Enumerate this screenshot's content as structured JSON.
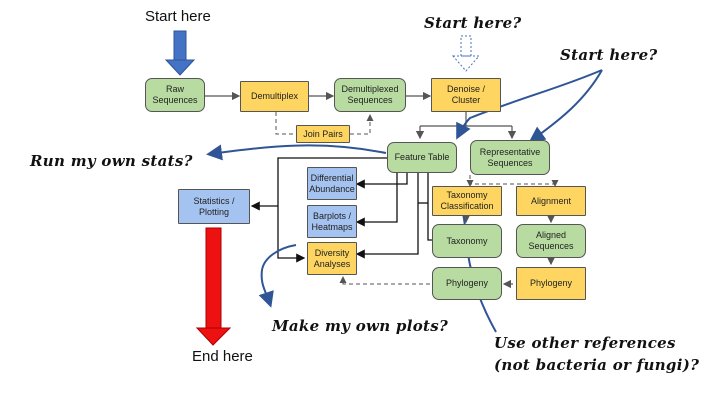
{
  "nodes": {
    "raw_sequences": "Raw\nSequences",
    "demultiplex": "Demultiplex",
    "demultiplexed_sequences": "Demultiplexed\nSequences",
    "denoise_cluster": "Denoise /\nCluster",
    "join_pairs": "Join Pairs",
    "feature_table": "Feature Table",
    "representative_sequences": "Representative\nSequences",
    "differential_abundance": "Differential\nAbundance",
    "statistics_plotting": "Statistics /\nPlotting",
    "barplots_heatmaps": "Barplots /\nHeatmaps",
    "diversity_analyses": "Diversity\nAnalyses",
    "taxonomy_classification": "Taxonomy\nClassification",
    "alignment": "Alignment",
    "taxonomy": "Taxonomy",
    "aligned_sequences": "Aligned\nSequences",
    "phylogeny_green": "Phylogeny",
    "phylogeny_yellow": "Phylogeny"
  },
  "labels": {
    "start_here": "Start here",
    "end_here": "End here"
  },
  "annotations": {
    "start_here_q1": "Start here?",
    "start_here_q2": "Start here?",
    "run_my_own_stats": "Run my own stats?",
    "make_my_own_plots": "Make my own plots?",
    "use_other_references_line1": "Use other references",
    "use_other_references_line2": "(not bacteria or fungi)?"
  },
  "colors": {
    "green_node": "#b7dba1",
    "yellow_node": "#fdd560",
    "blue_node": "#a5c3f0",
    "start_arrow": "#4472c4",
    "end_arrow": "#ee1111",
    "annotation_line": "#2f5597",
    "connector": "#555555"
  }
}
